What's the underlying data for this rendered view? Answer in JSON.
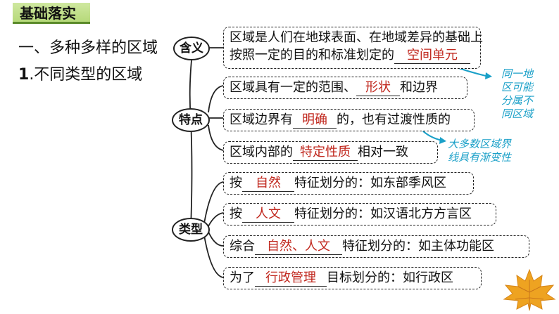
{
  "section_tag": "基础落实",
  "heading1": "一、多种多样的区域",
  "heading2": {
    "num": "1",
    "text": ".不同类型的区域"
  },
  "nodes": {
    "meaning": "含义",
    "features": "特点",
    "types": "类型"
  },
  "meaning": {
    "line1": "区域是人们在地球表面、在地域差异的基础上",
    "line2_pre": "按照一定的目的和标准划定的",
    "line2_fill": "空间单元"
  },
  "features": [
    {
      "pre": "区域具有一定的范围、",
      "fill": "形状",
      "post": "和边界"
    },
    {
      "pre": "区域边界有",
      "fill": "明确",
      "post": "的，也有过渡性质的"
    },
    {
      "pre": "区域内部的",
      "fill": "特定性质",
      "post": "相对一致"
    }
  ],
  "types": [
    {
      "pre": "按",
      "fill": "自然",
      "post": "特征划分的：如东部季风区"
    },
    {
      "pre": "按",
      "fill": "人文",
      "post": "特征划分的：如汉语北方方言区"
    },
    {
      "pre": "综合",
      "fill": "自然、人文",
      "post": "特征划分的：如主体功能区"
    },
    {
      "pre": "为了",
      "fill": "行政管理",
      "post": "目标划分的：如行政区"
    }
  ],
  "notes": {
    "note1": [
      "同一地",
      "区可能",
      "分属不",
      "同区域"
    ],
    "note2": [
      "大多数区域界",
      "线具有渐变性"
    ]
  },
  "colors": {
    "fill_text": "#c0261c",
    "note_text": "#1aa0c8",
    "tag_bg": "#b6d97a",
    "leaf": "#e8a020"
  }
}
